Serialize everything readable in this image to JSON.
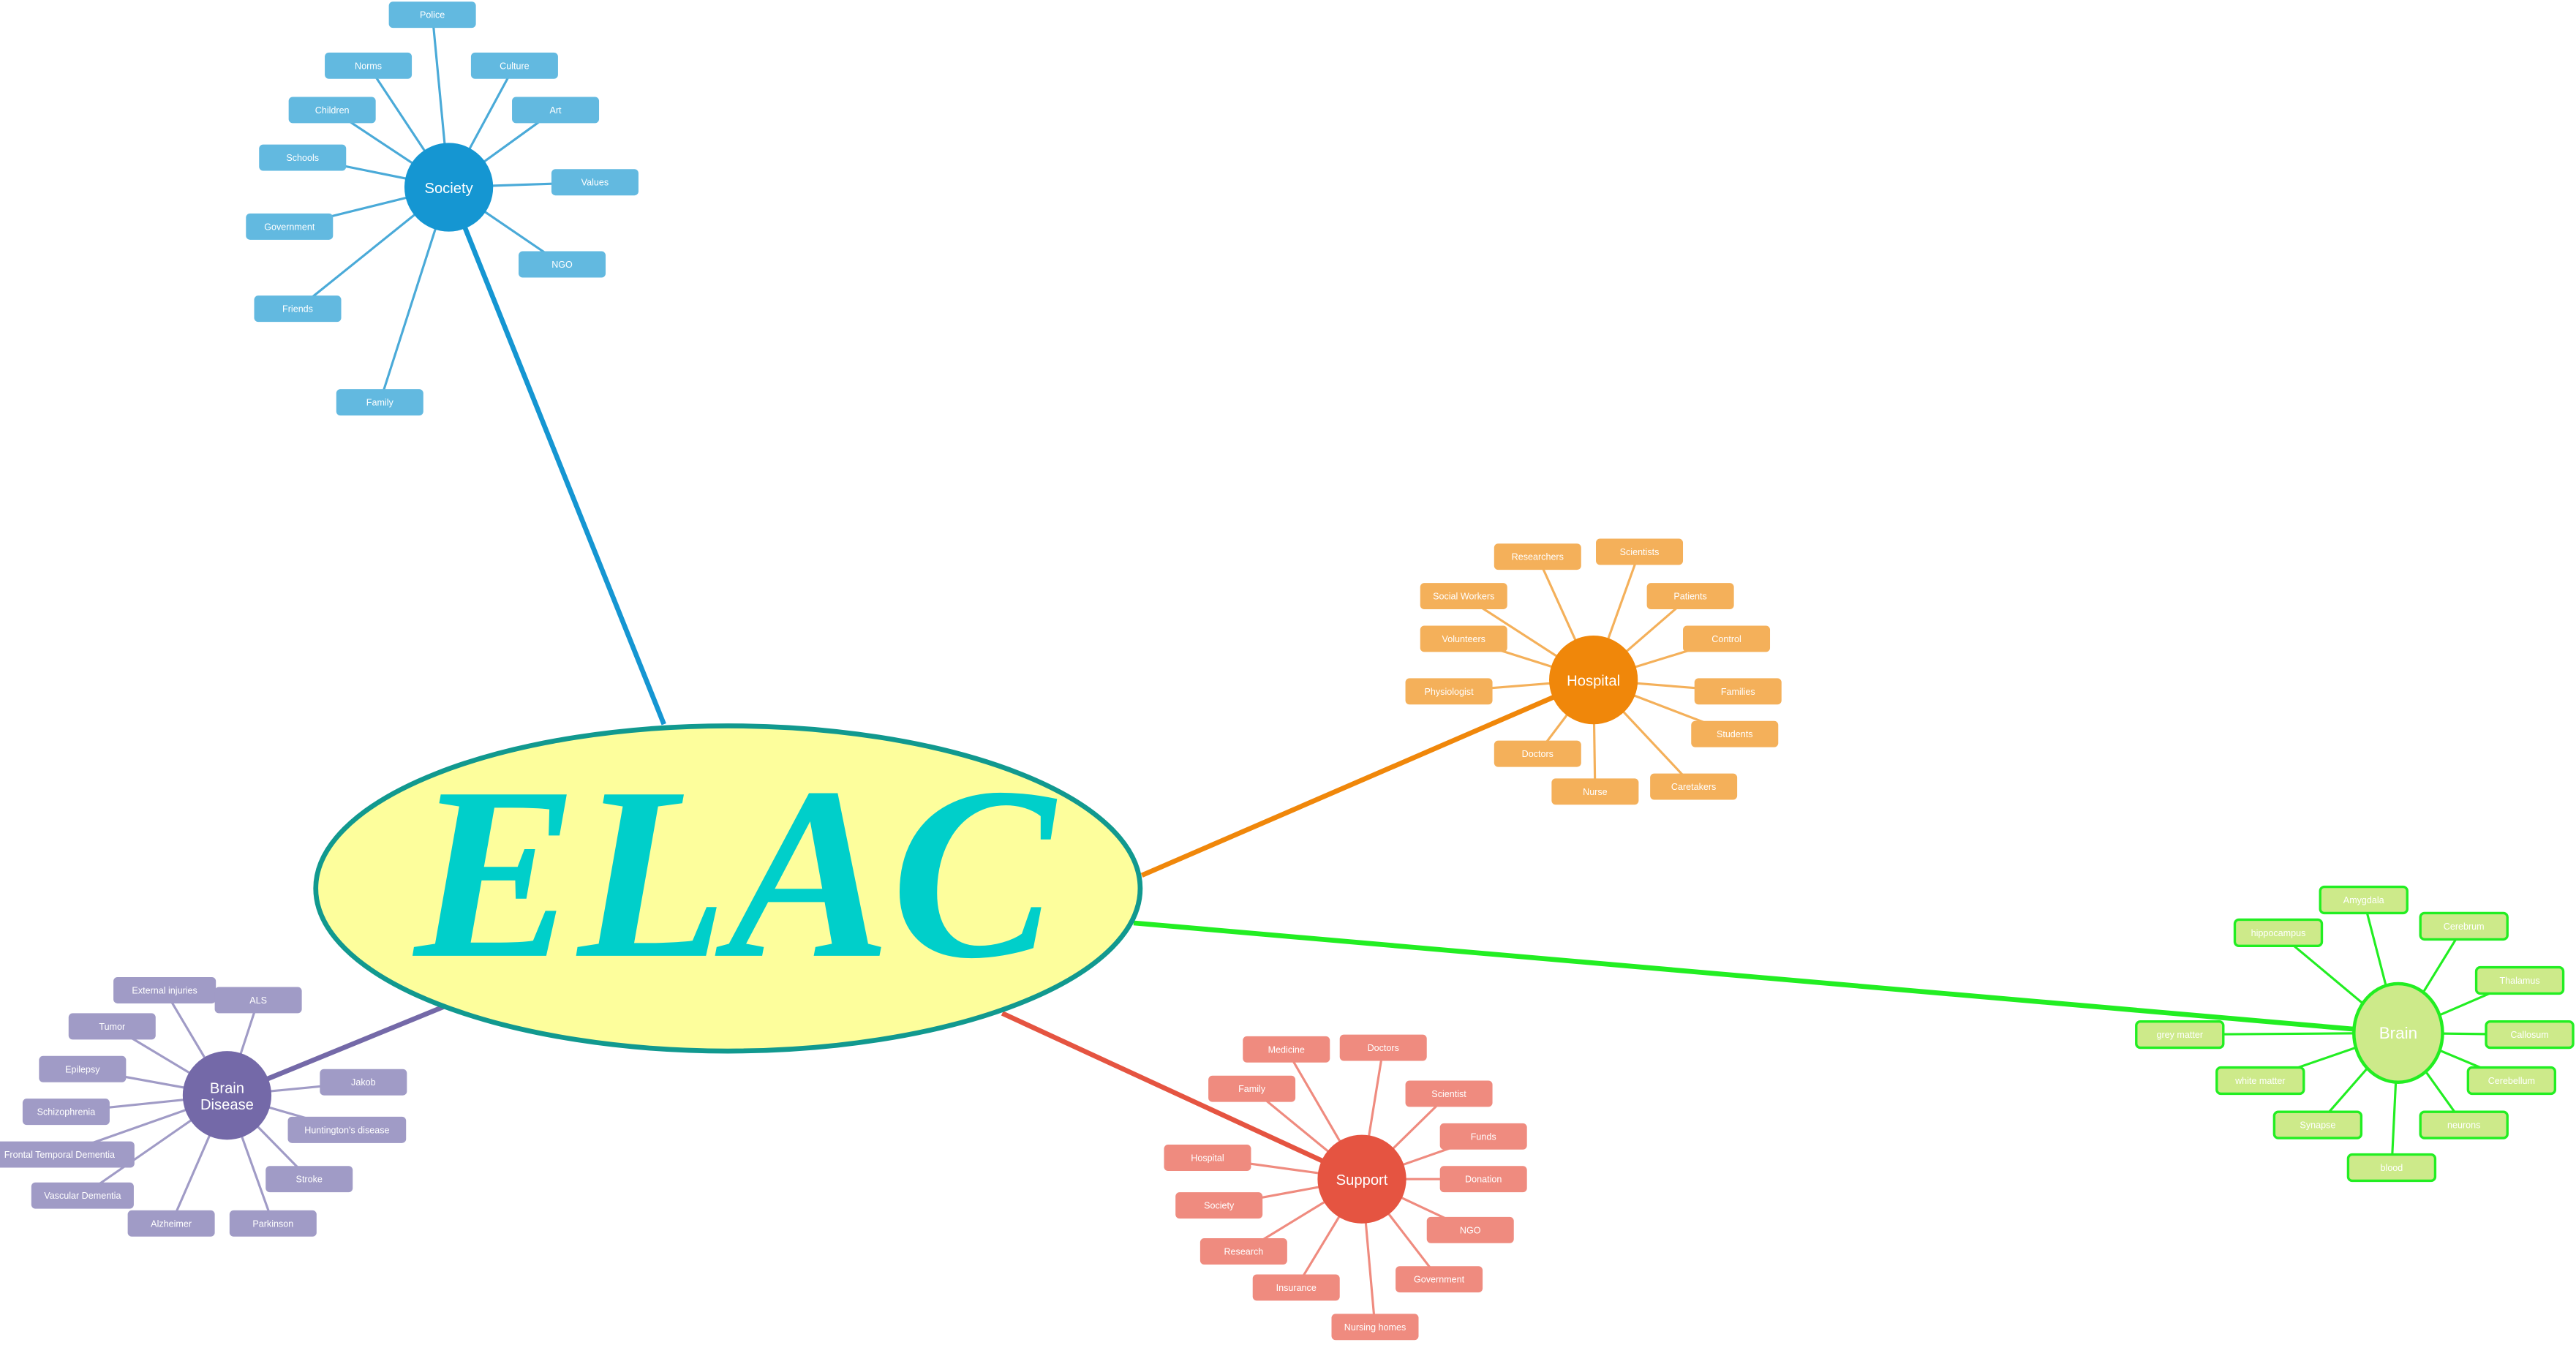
{
  "center": {
    "label": "ELAC",
    "fill": "#fdfe9c",
    "stroke": "#11998f",
    "text_color": "#00cfca"
  },
  "branches": [
    {
      "id": "society",
      "label": "Society",
      "hub_color": "#1596d2",
      "leaf_color": "#62b9e0",
      "line_color": "#4aaad8",
      "text_color": "#ffffff",
      "children": [
        "Police",
        "Norms",
        "Culture",
        "Children",
        "Art",
        "Schools",
        "Values",
        "Government",
        "NGO",
        "Friends",
        "Family"
      ]
    },
    {
      "id": "hospital",
      "label": "Hospital",
      "hub_color": "#f0870a",
      "leaf_color": "#f4b05a",
      "line_color": "#f4b05a",
      "text_color": "#ffffff",
      "children": [
        "Researchers",
        "Scientists",
        "Social Workers",
        "Patients",
        "Volunteers",
        "Control",
        "Physiologist",
        "Families",
        "Students",
        "Doctors",
        "Nurse",
        "Caretakers"
      ]
    },
    {
      "id": "support",
      "label": "Support",
      "hub_color": "#e55441",
      "leaf_color": "#ef8b7f",
      "line_color": "#ef8b7f",
      "text_color": "#ffffff",
      "children": [
        "Medicine",
        "Doctors",
        "Family",
        "Scientist",
        "Funds",
        "Hospital",
        "Donation",
        "Society",
        "NGO",
        "Research",
        "Government",
        "Insurance",
        "Nursing homes"
      ]
    },
    {
      "id": "brain",
      "label": "Brain",
      "hub_color": "#cdea8a",
      "leaf_color": "#cdea8a",
      "line_color": "#22ee22",
      "text_color": "#000000",
      "border_color": "#22ee22",
      "children": [
        "Amygdala",
        "hippocampus",
        "Cerebrum",
        "Thalamus",
        "grey matter",
        "Callosum",
        "white matter",
        "Cerebellum",
        "Synapse",
        "neurons",
        "blood"
      ]
    },
    {
      "id": "brain-disease",
      "label": "Brain Disease",
      "hub_color": "#7469a8",
      "leaf_color": "#a09bc6",
      "line_color": "#a09bc6",
      "text_color": "#ffffff",
      "children": [
        "External injuries",
        "ALS",
        "Tumor",
        "Epilepsy",
        "Jakob",
        "Schizophrenia",
        "Huntington's disease",
        "Frontal  Temporal Dementia",
        "Stroke",
        "Vascular Dementia",
        "Alzheimer",
        "Parkinson"
      ]
    }
  ]
}
